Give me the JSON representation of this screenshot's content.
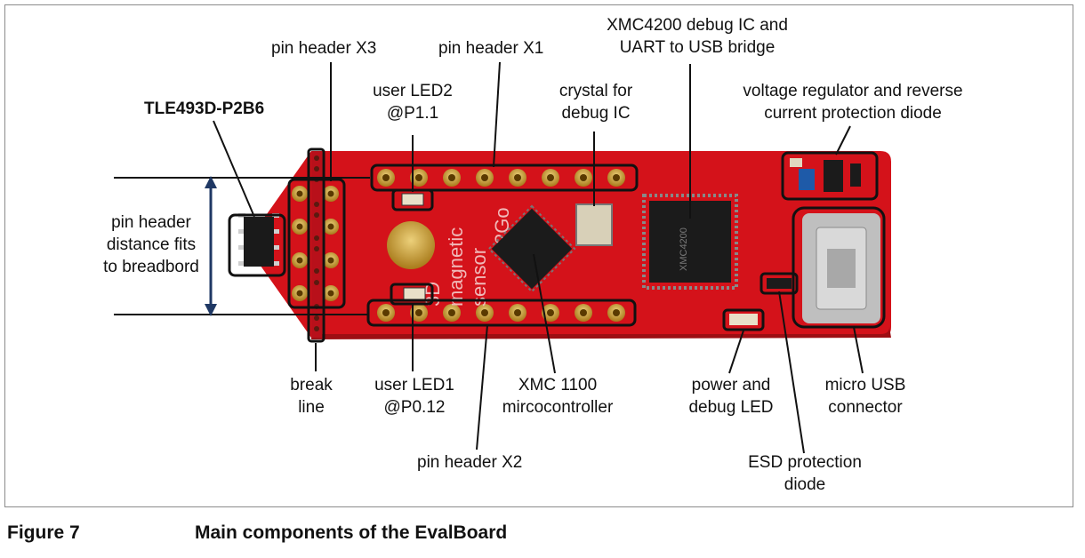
{
  "figure": {
    "number": "Figure 7",
    "title": "Main components of the EvalBoard"
  },
  "labels": {
    "tle": "TLE493D-P2B6",
    "pin_header_x3": "pin header X3",
    "pin_header_x1": "pin header X1",
    "xmc4200": [
      "XMC4200 debug IC and",
      "UART to USB bridge"
    ],
    "user_led2": [
      "user LED2",
      "@P1.1"
    ],
    "crystal": [
      "crystal for",
      "debug IC"
    ],
    "voltage_regulator": [
      "voltage regulator and reverse",
      "current protection diode"
    ],
    "pin_header_distance": [
      "pin header",
      "distance fits",
      "to breadbord"
    ],
    "break_line": [
      "break",
      "line"
    ],
    "user_led1": [
      "user LED1",
      "@P0.12"
    ],
    "xmc1100": [
      "XMC 1100",
      "mircocontroller"
    ],
    "power_led": [
      "power and",
      "debug LED"
    ],
    "micro_usb": [
      "micro USB",
      "connector"
    ],
    "pin_header_x2": "pin header X2",
    "esd": [
      "ESD protection",
      "diode"
    ]
  },
  "board_silkscreen": {
    "line1": "3D",
    "line2": "magnetic",
    "line3": "sensor",
    "line4": "2Go",
    "chip_marking": "XMC4200"
  },
  "colors": {
    "board_red": "#d4121a",
    "pad_gold": "#c9a232",
    "callout_box": "#111111",
    "arrow_blue": "#1f3864"
  }
}
